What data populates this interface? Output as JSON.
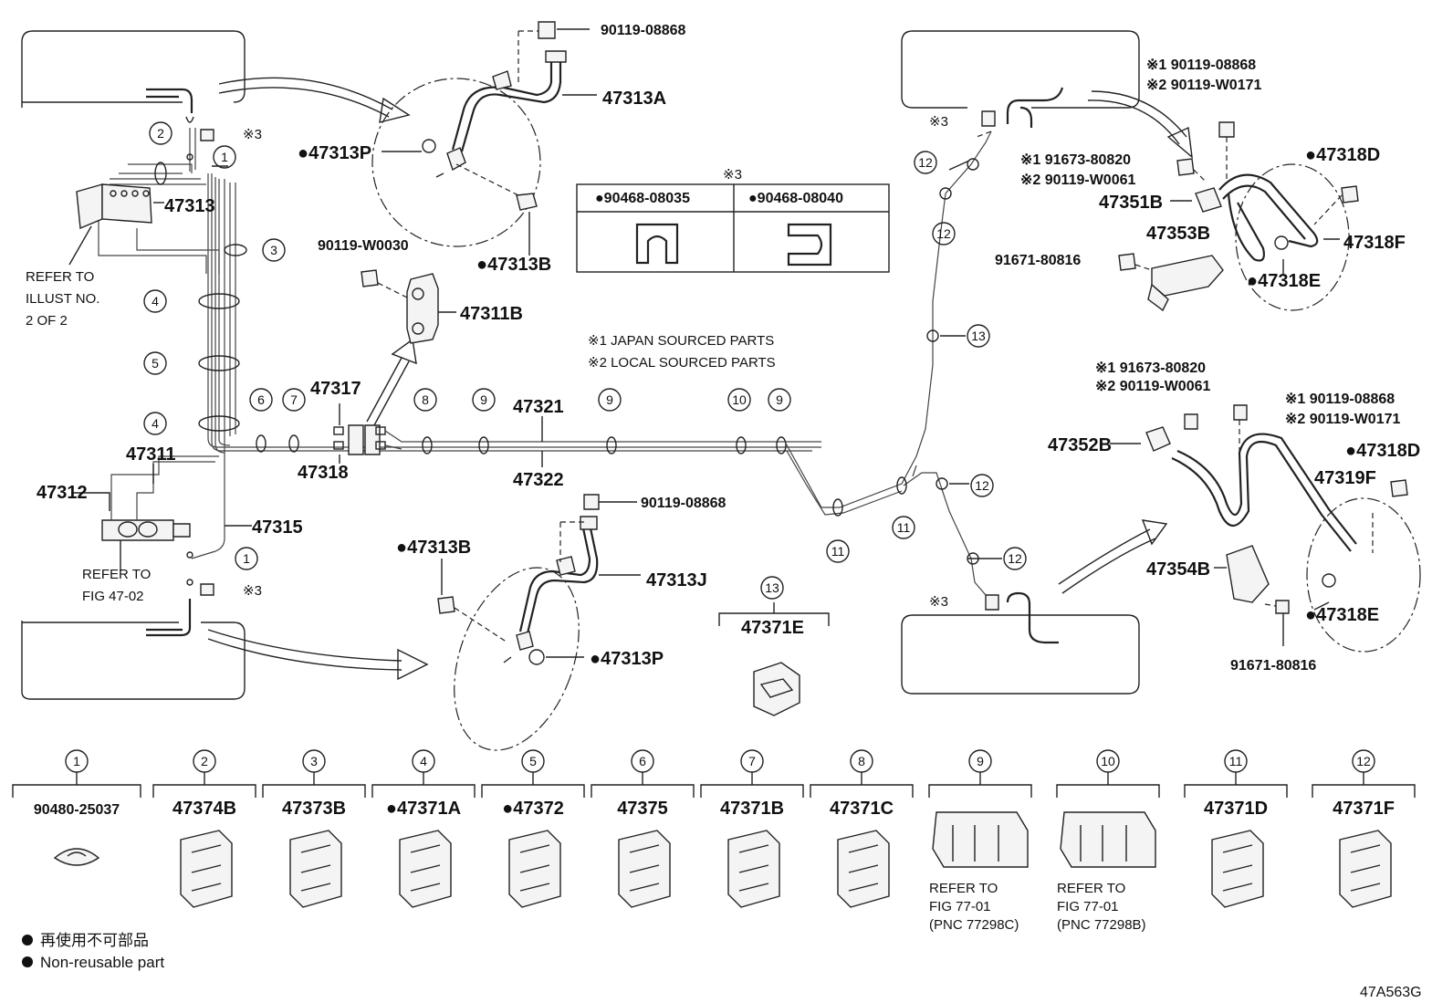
{
  "diagram_code": "47A563G",
  "legend": {
    "jp": "再使用不可部品",
    "en": "Non-reusable part"
  },
  "notes": {
    "n1": "※1 JAPAN SOURCED PARTS",
    "n2": "※2 LOCAL SOURCED PARTS"
  },
  "refer_illust": [
    "REFER TO",
    "ILLUST NO.",
    "2 OF 2"
  ],
  "refer_fig_4702": [
    "REFER TO",
    "FIG 47-02"
  ],
  "mark3": "※3",
  "table3": {
    "header": "※3",
    "col1": "●90468-08035",
    "col2": "●90468-08040"
  },
  "labels": {
    "p47313A": "47313A",
    "p90119_08868_a": "90119-08868",
    "p47313P_a": "●47313P",
    "p47313B_a": "●47313B",
    "p47313": "47313",
    "p90119_W0030": "90119-W0030",
    "p47311B": "47311B",
    "p47317": "47317",
    "p47318": "47318",
    "p47321": "47321",
    "p47322": "47322",
    "p47311": "47311",
    "p47312": "47312",
    "p47315": "47315",
    "p47313B_b": "●47313B",
    "p90119_08868_b": "90119-08868",
    "p47313J": "47313J",
    "p47313P_b": "●47313P",
    "p47371E": "47371E",
    "r1_a_1": "※1 90119-08868",
    "r1_a_2": "※2 90119-W0171",
    "r1_b_1": "※1 91673-80820",
    "r1_b_2": "※2 90119-W0061",
    "p47318D_a": "●47318D",
    "p47351B": "47351B",
    "p47353B": "47353B",
    "p47318F": "47318F",
    "p91671_80816_a": "91671-80816",
    "p47318E_a": "●47318E",
    "r2_b_1": "※1 91673-80820",
    "r2_b_2": "※2 90119-W0061",
    "r2_a_1": "※1 90119-08868",
    "r2_a_2": "※2 90119-W0171",
    "p47352B": "47352B",
    "p47318D_b": "●47318D",
    "p47319F": "47319F",
    "p47354B": "47354B",
    "p47318E_b": "●47318E",
    "p91671_80816_b": "91671-80816"
  },
  "clamp_parts": [
    {
      "num": "1",
      "part": "90480-25037"
    },
    {
      "num": "2",
      "part": "47374B"
    },
    {
      "num": "3",
      "part": "47373B"
    },
    {
      "num": "4",
      "part": "●47371A"
    },
    {
      "num": "5",
      "part": "●47372"
    },
    {
      "num": "6",
      "part": "47375"
    },
    {
      "num": "7",
      "part": "47371B"
    },
    {
      "num": "8",
      "part": "47371C"
    },
    {
      "num": "9",
      "part": "",
      "refer": [
        "REFER TO",
        "FIG 77-01",
        "(PNC 77298C)"
      ]
    },
    {
      "num": "10",
      "part": "",
      "refer": [
        "REFER TO",
        "FIG 77-01",
        "(PNC 77298B)"
      ]
    },
    {
      "num": "11",
      "part": "47371D"
    },
    {
      "num": "12",
      "part": "47371F"
    }
  ],
  "circle_13": "13"
}
